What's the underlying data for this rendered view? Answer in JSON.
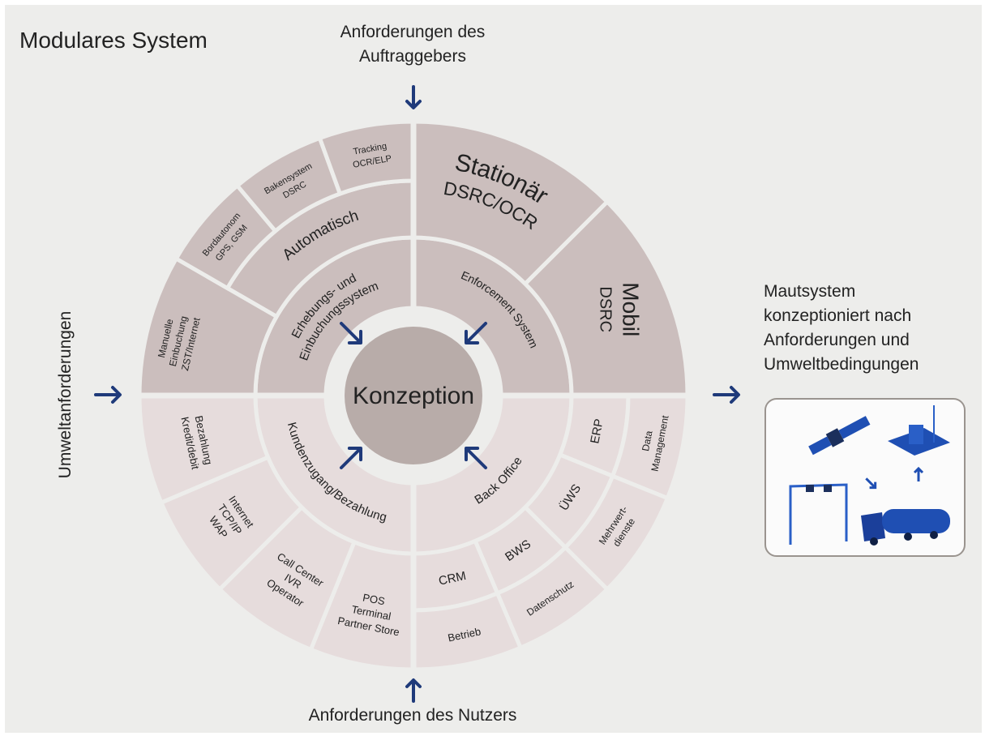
{
  "title": "Modulares System",
  "inputs": {
    "client": [
      "Anforderungen des",
      "Auftraggebers"
    ],
    "environment": "Umweltanforderungen",
    "user": "Anforderungen des Nutzers"
  },
  "output": {
    "caption": [
      "Mautsystem",
      "konzeptioniert nach",
      "Anforderungen und",
      "Umweltbedingungen"
    ]
  },
  "center": "Konzeption",
  "quadrants": {
    "erhebung": {
      "label": [
        "Erhebungs- und",
        "Einbuchungssystem"
      ],
      "sub_label": "Automatisch",
      "outer": [
        [
          "Tracking",
          "OCR/ELP"
        ],
        [
          "Bakensystem",
          "DSRC"
        ],
        [
          "Bordautonom",
          "GPS, GSM"
        ],
        [
          "Manuelle",
          "Einbuchung",
          "ZST/Internet"
        ]
      ]
    },
    "enforcement": {
      "label": "Enforcement System",
      "outer": [
        [
          "Stationär",
          "DSRC/OCR"
        ],
        [
          "Mobil",
          "DSRC"
        ]
      ]
    },
    "backoffice": {
      "label": "Back Office",
      "mid": [
        "ERP",
        "ÜWS",
        "BWS",
        "CRM"
      ],
      "outer": [
        [
          "Data",
          "Management"
        ],
        [
          "Mehrwert-",
          "dienste"
        ],
        [
          "Datenschutz"
        ],
        [
          "Betrieb"
        ]
      ]
    },
    "kundenzugang": {
      "label": "Kundenzugang/Bezahlung",
      "outer": [
        [
          "POS",
          "Terminal",
          "Partner Store"
        ],
        [
          "Call Center",
          "IVR",
          "Operator"
        ],
        [
          "Internet",
          "TCP/IP",
          "WAP"
        ],
        [
          "Bezahlung",
          "Kredit/debit"
        ]
      ]
    }
  },
  "colors": {
    "background": "#ededeb",
    "ring_dark": "#cbbebd",
    "ring_light": "#e6dcdc",
    "center": "#b8aca9",
    "arrow": "#1f3a7a",
    "illustration": "#1f4fb3"
  },
  "icons": [
    "arrow-down-icon",
    "arrow-right-icon",
    "arrow-up-icon",
    "satellite-icon",
    "gantry-icon",
    "enforcement-station-icon",
    "truck-icon"
  ]
}
